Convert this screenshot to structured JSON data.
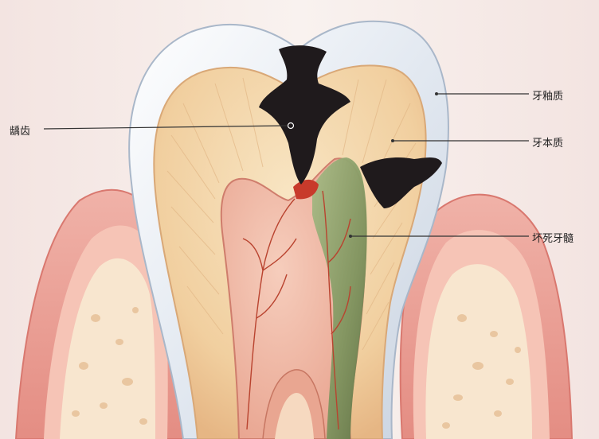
{
  "labels": {
    "caries": "龋齿",
    "enamel": "牙釉质",
    "dentin": "牙本质",
    "necrotic_pulp": "坏死牙髓"
  },
  "colors": {
    "background": "#f6ecea",
    "enamel": "#eef1f5",
    "dentin": "#f3d6ab",
    "pulp_healthy": "#f0bca9",
    "pulp_necrotic": "#93a97a",
    "caries": "#1f1a1c",
    "gum": "#e79b93",
    "bone": "#f7e3ca",
    "leader_line": "#333333"
  }
}
